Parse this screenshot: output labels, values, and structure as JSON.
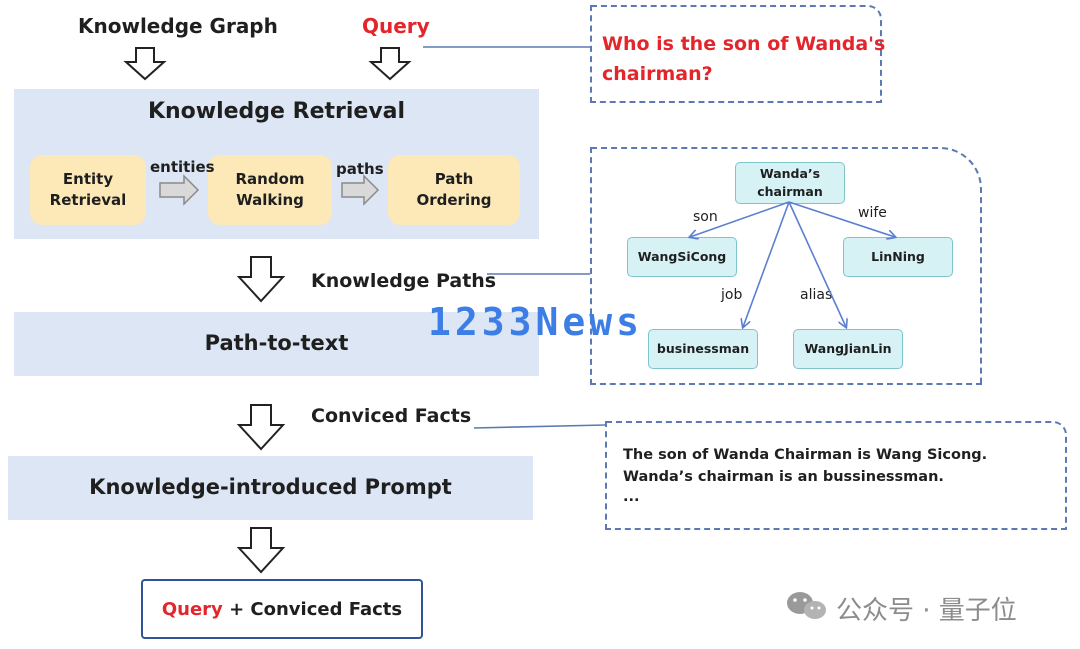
{
  "inputs": {
    "knowledge_graph": "Knowledge Graph",
    "query": "Query"
  },
  "query_box": {
    "text_line1": "Who is the son of Wanda's",
    "text_line2": "chairman?"
  },
  "retrieval": {
    "title": "Knowledge Retrieval",
    "steps": [
      "Entity Retrieval",
      "Random Walking",
      "Path Ordering"
    ],
    "step1_line1": "Entity",
    "step1_line2": "Retrieval",
    "step2_line1": "Random",
    "step2_line2": "Walking",
    "step3_line1": "Path",
    "step3_line2": "Ordering",
    "link1": "entities",
    "link2": "paths"
  },
  "knowledge_paths_label": "Knowledge Paths",
  "graph": {
    "root_line1": "Wanda’s",
    "root_line2": "chairman",
    "nodes": [
      "WangSiCong",
      "LinNing",
      "businessman",
      "WangJianLin"
    ],
    "edges": [
      "son",
      "wife",
      "job",
      "alias"
    ]
  },
  "path_to_text": "Path-to-text",
  "conviced_facts_label": "Conviced Facts",
  "facts_box": {
    "line1": "The son of Wanda Chairman is Wang Sicong.",
    "line2": "Wanda’s chairman is an bussinessman.",
    "line3": "..."
  },
  "prompt_title": "Knowledge-introduced Prompt",
  "output": {
    "query": "Query",
    "rest": " + Conviced Facts"
  },
  "watermark": "1233News",
  "footer": {
    "brand": "公众号 · 量子位"
  },
  "colors": {
    "panel": "#dce6f4",
    "pill": "#fde9b8",
    "node": "#d6f2f5",
    "red": "#e3262c",
    "dashed_border": "#5b7ab3",
    "edge": "#5b7fd1",
    "watermark": "#3d7de6"
  }
}
